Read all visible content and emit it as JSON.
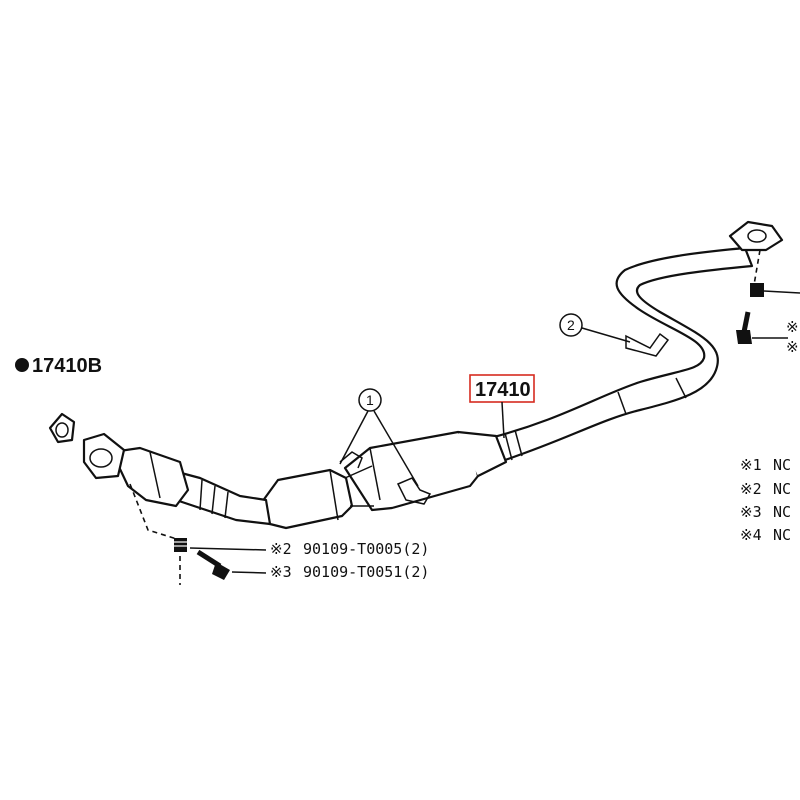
{
  "diagram": {
    "main_part_number": "17410",
    "sub_part_number": "17410B",
    "callouts": [
      "1",
      "2"
    ],
    "fasteners": [
      {
        "mark": "※2",
        "part": "90109-T0005(2)"
      },
      {
        "mark": "※3",
        "part": "90109-T0051(2)"
      }
    ],
    "notes": [
      {
        "mark": "※1",
        "text": "NC"
      },
      {
        "mark": "※2",
        "text": "NC"
      },
      {
        "mark": "※3",
        "text": "NC"
      },
      {
        "mark": "※4",
        "text": "NC"
      }
    ],
    "edge_marks": [
      "※",
      "※"
    ],
    "colors": {
      "highlight": "#d62b1f",
      "ink": "#111111"
    }
  }
}
